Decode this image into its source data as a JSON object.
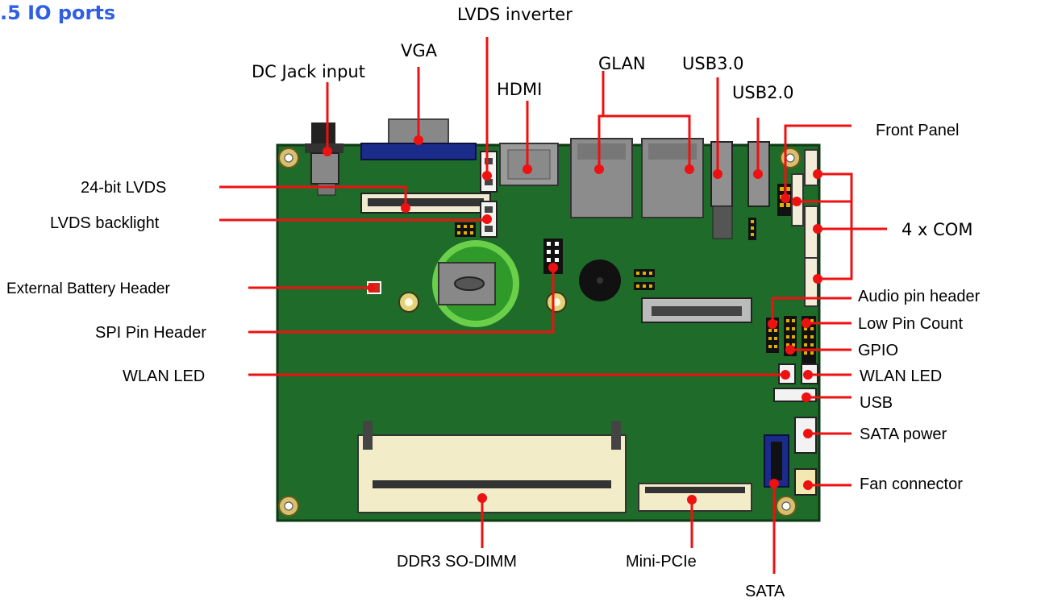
{
  "section_title": ".5 IO ports",
  "colors": {
    "board": "#1f6b2a",
    "board_edge": "#0e3a14",
    "leader": "#ee1111",
    "title": "#2f5fe4"
  },
  "labels": {
    "lvds_inverter": "LVDS inverter",
    "vga": "VGA",
    "dc_jack": "DC Jack input",
    "hdmi": "HDMI",
    "glan": "GLAN",
    "usb30": "USB3.0",
    "usb20": "USB2.0",
    "front_panel": "Front Panel",
    "lvds24": "24-bit LVDS",
    "lvds_backlight": "LVDS backlight",
    "com": "4 x COM",
    "ext_battery": "External Battery Header",
    "audio": "Audio pin header",
    "spi": "SPI Pin Header",
    "lpc": "Low Pin Count",
    "gpio": "GPIO",
    "wlan_led_left": "WLAN LED",
    "wlan_led_right": "WLAN LED",
    "usb": "USB",
    "sata_power": "SATA power",
    "fan": "Fan connector",
    "ddr3": "DDR3 SO-DIMM",
    "minipcie": "Mini-PCIe",
    "sata": "SATA"
  }
}
